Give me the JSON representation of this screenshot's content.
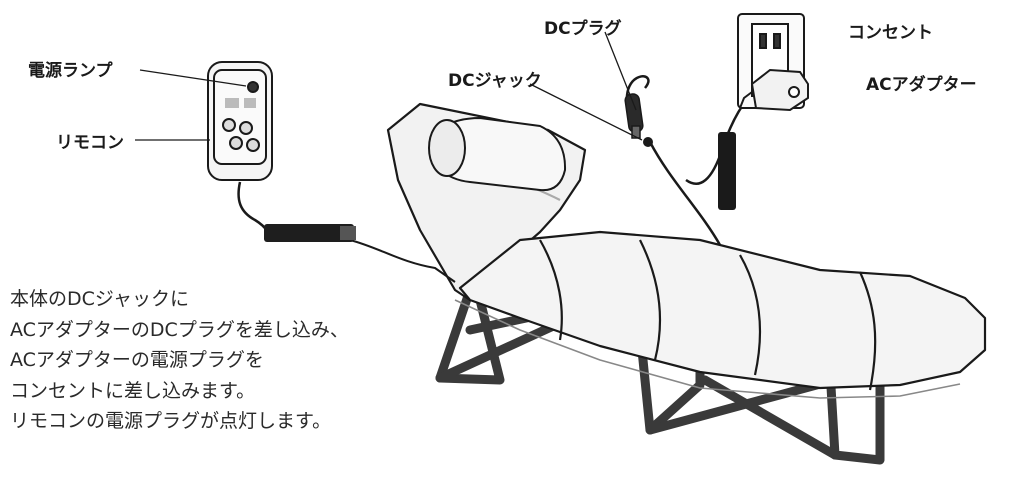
{
  "labels": {
    "power_lamp": "電源ランプ",
    "remote": "リモコン",
    "dc_jack": "DCジャック",
    "dc_plug": "DCプラグ",
    "outlet": "コンセント",
    "ac_adapter": "ACアダプター"
  },
  "instructions": [
    "本体のDCジャックに",
    "ACアダプターのDCプラグを差し込み、",
    "ACアダプターの電源プラグを",
    "コンセントに差し込みます。",
    "リモコンの電源プラグが点灯します。"
  ],
  "colors": {
    "line": "#1a1a1a",
    "fill_light": "#f2f2f2",
    "frame": "#3a3a3a"
  }
}
